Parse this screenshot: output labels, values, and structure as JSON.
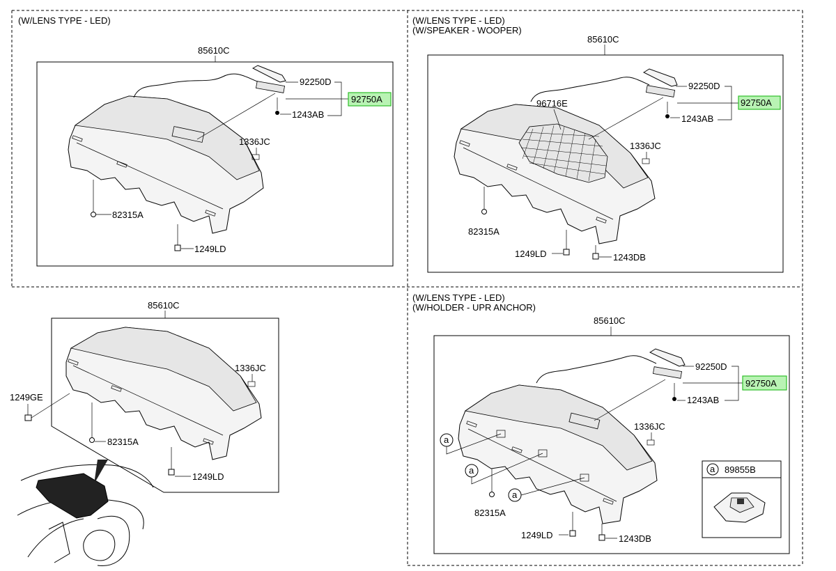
{
  "panels": {
    "top_left": {
      "titles": [
        "(W/LENS TYPE - LED)"
      ],
      "parts": {
        "main": "85610C",
        "lamp_cover": "92250D",
        "lamp": "92750A",
        "screw": "1243AB",
        "clip": "1336JC",
        "fastener": "82315A",
        "bolt": "1249LD"
      }
    },
    "top_right": {
      "titles": [
        "(W/LENS TYPE - LED)",
        "(W/SPEAKER - WOOPER)"
      ],
      "parts": {
        "main": "85610C",
        "lamp_cover": "92250D",
        "lamp": "92750A",
        "screw": "1243AB",
        "grille": "96716E",
        "clip": "1336JC",
        "fastener": "82315A",
        "bolt": "1249LD",
        "bolt2": "1243DB"
      }
    },
    "bottom_left": {
      "titles": [],
      "parts": {
        "main": "85610C",
        "clip": "1336JC",
        "bolt_side": "1249GE",
        "fastener": "82315A",
        "bolt": "1249LD"
      }
    },
    "bottom_right": {
      "titles": [
        "(W/LENS TYPE - LED)",
        "(W/HOLDER - UPR ANCHOR)"
      ],
      "parts": {
        "main": "85610C",
        "lamp_cover": "92250D",
        "lamp": "92750A",
        "screw": "1243AB",
        "clip": "1336JC",
        "fastener": "82315A",
        "bolt": "1249LD",
        "bolt2": "1243DB",
        "anchor": "89855B"
      },
      "callout_letter": "a"
    }
  },
  "highlight_color": "#b9f3b4"
}
